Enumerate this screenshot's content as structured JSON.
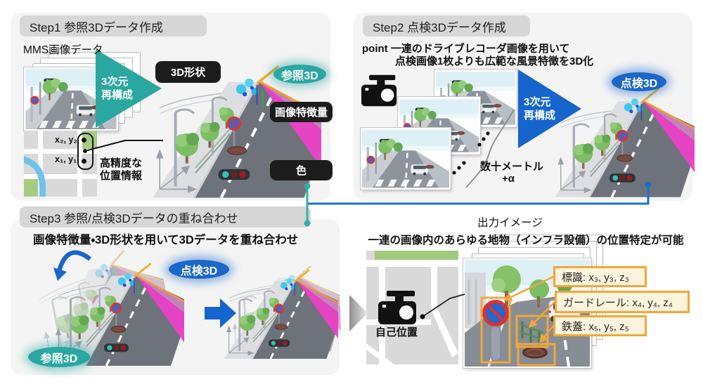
{
  "step1": {
    "title": "Step1 参照3Dデータ作成",
    "source_label": "MMS画像データ",
    "reconstruction_label": "3次元\n再構成",
    "shape_badge": "3D形状",
    "feature_badge": "画像特徴量",
    "color_badge": "色",
    "result_badge": "参照3D",
    "coord_upper": "x₂, y₂",
    "coord_lower": "x₁, y₁",
    "precision_note": "高精度な\n位置情報"
  },
  "step2": {
    "title": "Step2 点検3Dデータ作成",
    "point_line1": "point 一連のドライブレコーダ画像を用いて",
    "point_line2": "点検画像1枚よりも広範な風景特徴を3D化",
    "reconstruction_label": "3次元\n再構成",
    "distance_note": "数十メートル",
    "distance_extra": "+α",
    "result_badge": "点検3D"
  },
  "step3": {
    "title": "Step3 参照/点検3Dデータの重ね合わせ",
    "subtitle": "画像特徴量・3D形状を用いて3Dデータを重ね合わせ",
    "inspection_badge": "点検3D",
    "reference_badge": "参照3D"
  },
  "output": {
    "title": "出力イメージ",
    "subtitle": "一連の画像内のあらゆる地物（インフラ設備）の位置特定が可能",
    "self_position_label": "自己位置",
    "annotations": [
      "標識: x₃, y₃, z₃",
      "ガードレール: x₄, y₄, z₄",
      "鉄蓋: x₅, y₅, z₅"
    ]
  },
  "colors": {
    "reference_teal": "#2aa7a1",
    "inspection_blue": "#1b66c9",
    "badge_black": "#1c1c1c",
    "overlay_magenta": "#e83dc3",
    "annotation_orange": "#f2a63a"
  }
}
